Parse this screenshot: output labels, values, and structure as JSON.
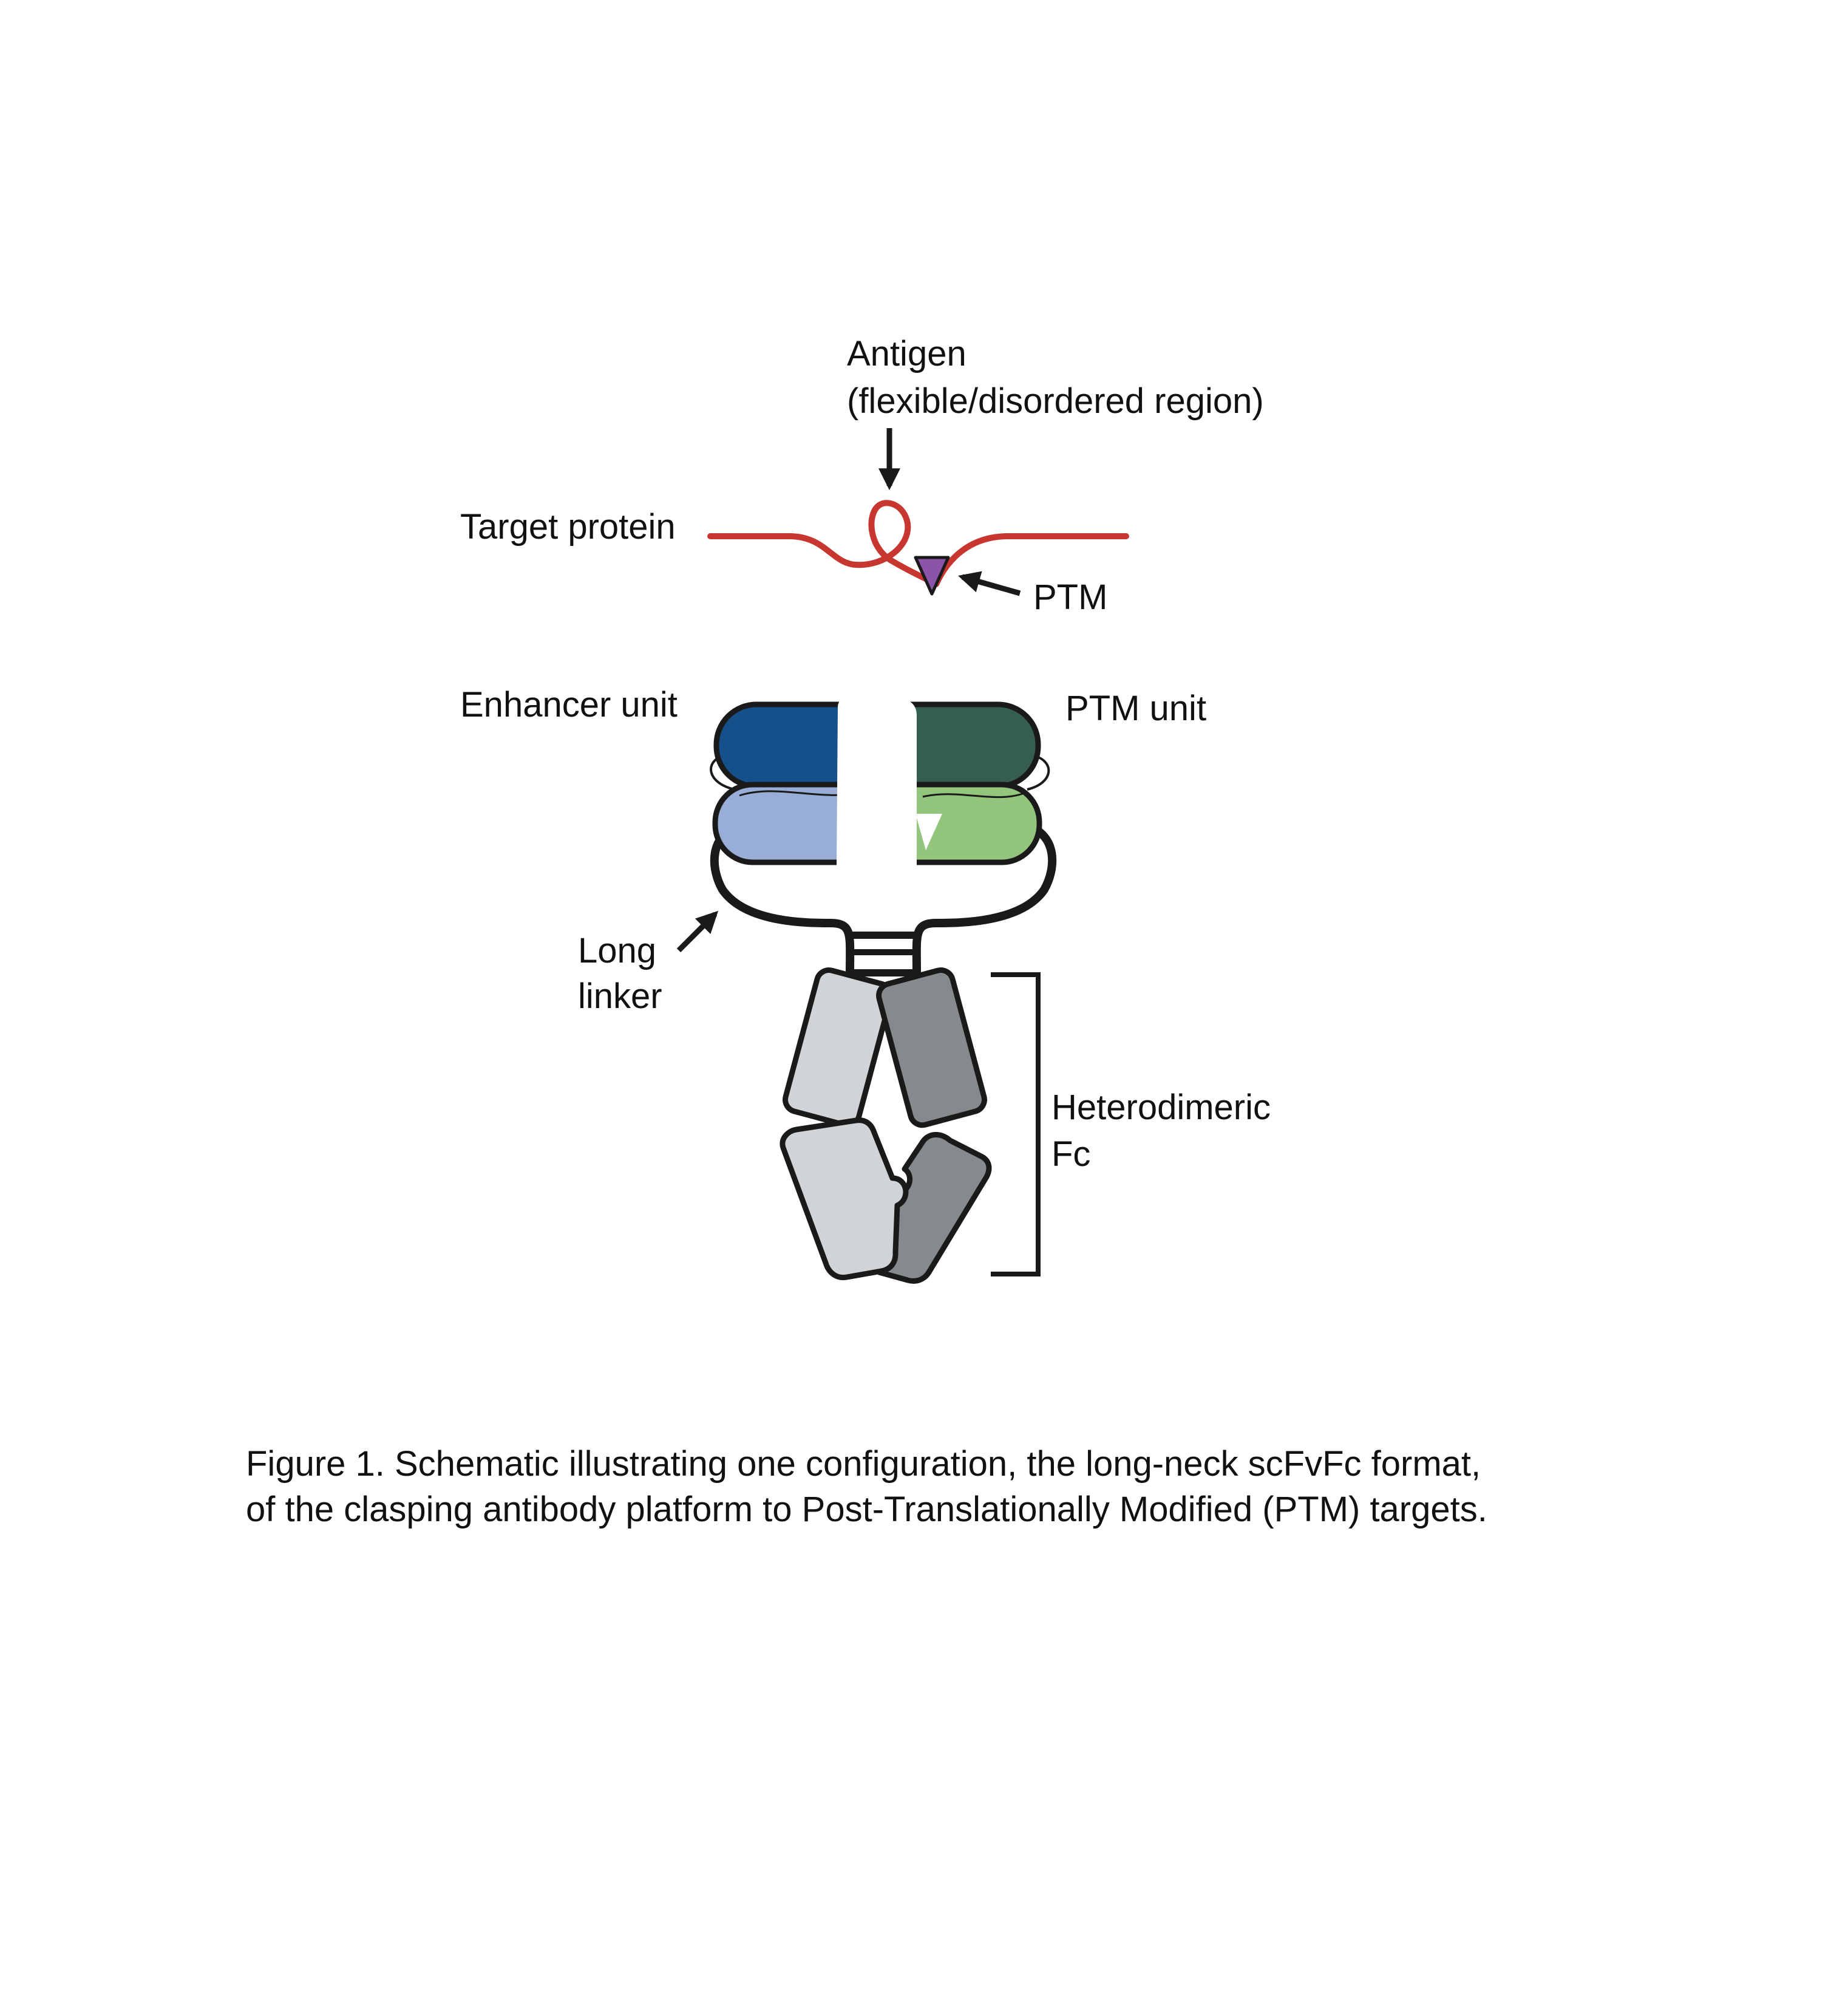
{
  "labels": {
    "antigen_line1": "Antigen",
    "antigen_line2": "(flexible/disordered region)",
    "target_protein": "Target protein",
    "ptm": "PTM",
    "enhancer_unit": "Enhancer unit",
    "ptm_unit": "PTM unit",
    "long_line1": "Long",
    "long_line2": "linker",
    "fc_line1": "Heterodimeric",
    "fc_line2": "Fc"
  },
  "caption": {
    "line1": "Figure 1. Schematic illustrating one configuration, the long-neck scFvFc format,",
    "line2": "of the clasping antibody platform to Post-Translationally Modified (PTM) targets."
  },
  "colors": {
    "protein_strand": "#c8372f",
    "ptm_marker": "#8b54a8",
    "enhancer_dark": "#15508a",
    "enhancer_light": "#98aed6",
    "ptm_unit_dark": "#365e4f",
    "ptm_unit_light": "#94c57d",
    "fc_light": "#d1d4d7",
    "fc_dark": "#858a8d",
    "outline": "#1a1a1a"
  }
}
